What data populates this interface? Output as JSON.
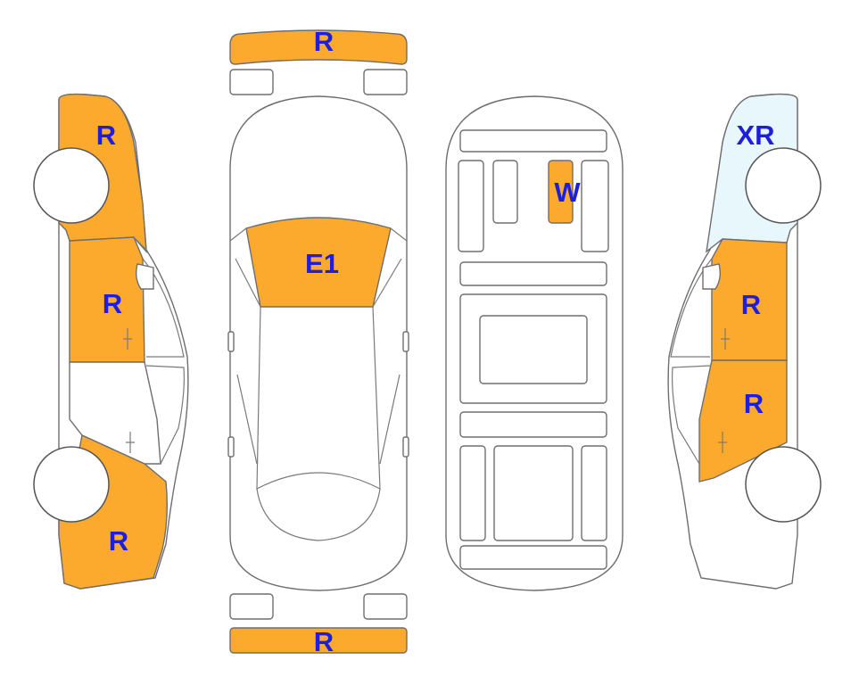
{
  "colors": {
    "damage": "#FBAA2E",
    "replace_body": "#E8F7FC",
    "label": "#1E1EE0",
    "outline": "#6E6E6E"
  },
  "labels": {
    "left_front": "R",
    "left_front_door": "R",
    "left_rear": "R",
    "front_bumper": "R",
    "windshield": "E1",
    "rear_bumper": "R",
    "interior_seat": "W",
    "right_front": "XR",
    "right_front_door": "R",
    "right_rear_door": "R"
  }
}
